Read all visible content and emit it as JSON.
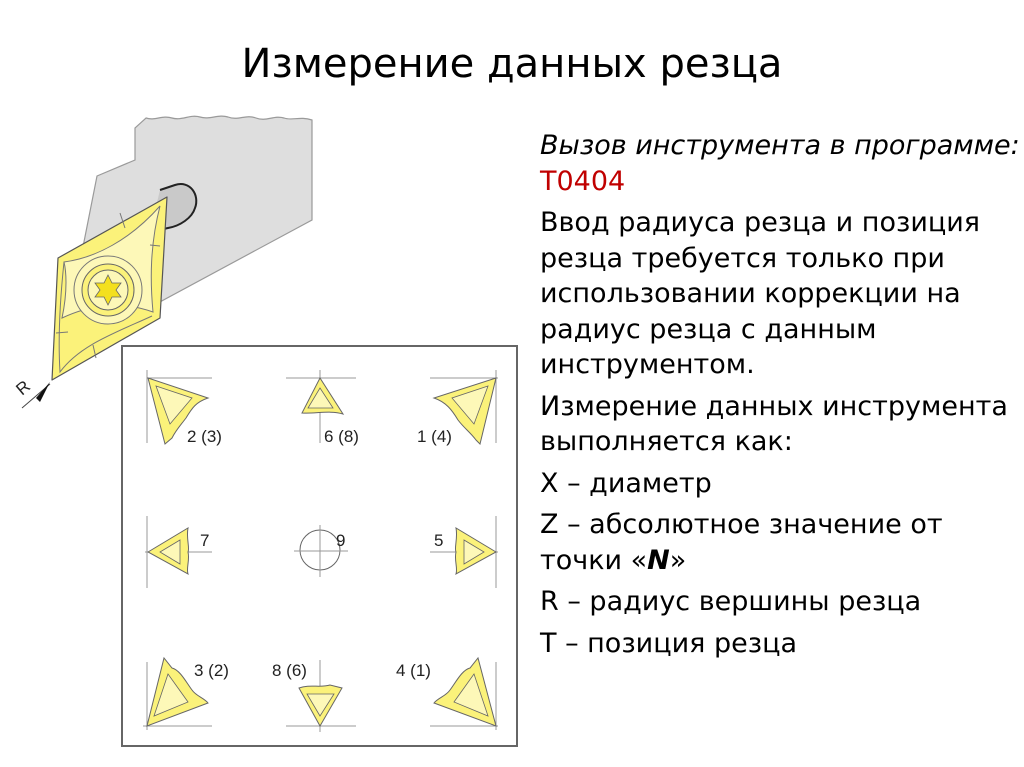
{
  "slide": {
    "title": "Измерение данных резца",
    "figure": {
      "description": "Tool holder with rhombic insert and diagram of 9 tool tip positions",
      "radius_label": "R",
      "positions": [
        {
          "label": "2 (3)",
          "row": 1,
          "col": 1
        },
        {
          "label": "6 (8)",
          "row": 1,
          "col": 2
        },
        {
          "label": "1 (4)",
          "row": 1,
          "col": 3
        },
        {
          "label": "7",
          "row": 2,
          "col": 1
        },
        {
          "label": "9",
          "row": 2,
          "col": 2
        },
        {
          "label": "5",
          "row": 2,
          "col": 3
        },
        {
          "label": "3 (2)",
          "row": 3,
          "col": 1
        },
        {
          "label": "8 (6)",
          "row": 3,
          "col": 2
        },
        {
          "label": "4 (1)",
          "row": 3,
          "col": 3
        }
      ]
    },
    "content": {
      "tool_call_label": "Вызов инструмента в программе",
      "tool_call_sep": ": ",
      "tool_call_code": "T0404",
      "para2": "Ввод радиуса резца и позиция резца требуется только при использовании коррекции на радиус резца с данным инструментом.",
      "para3": "Измерение данных инструмента выполняется как:",
      "items": [
        {
          "text": "X – диаметр"
        },
        {
          "text_before": "Z – абсолютное значение от точки «",
          "emphasis": "N",
          "text_after": "»"
        },
        {
          "text": "R – радиус вершины резца"
        },
        {
          "text": "T – позиция резца"
        }
      ]
    },
    "colors": {
      "accent_code": "#c00000",
      "insert_fill": "#fbf27a",
      "insert_light": "#fdf8b8",
      "holder_fill": "#dedede",
      "box_border": "#666666"
    }
  }
}
